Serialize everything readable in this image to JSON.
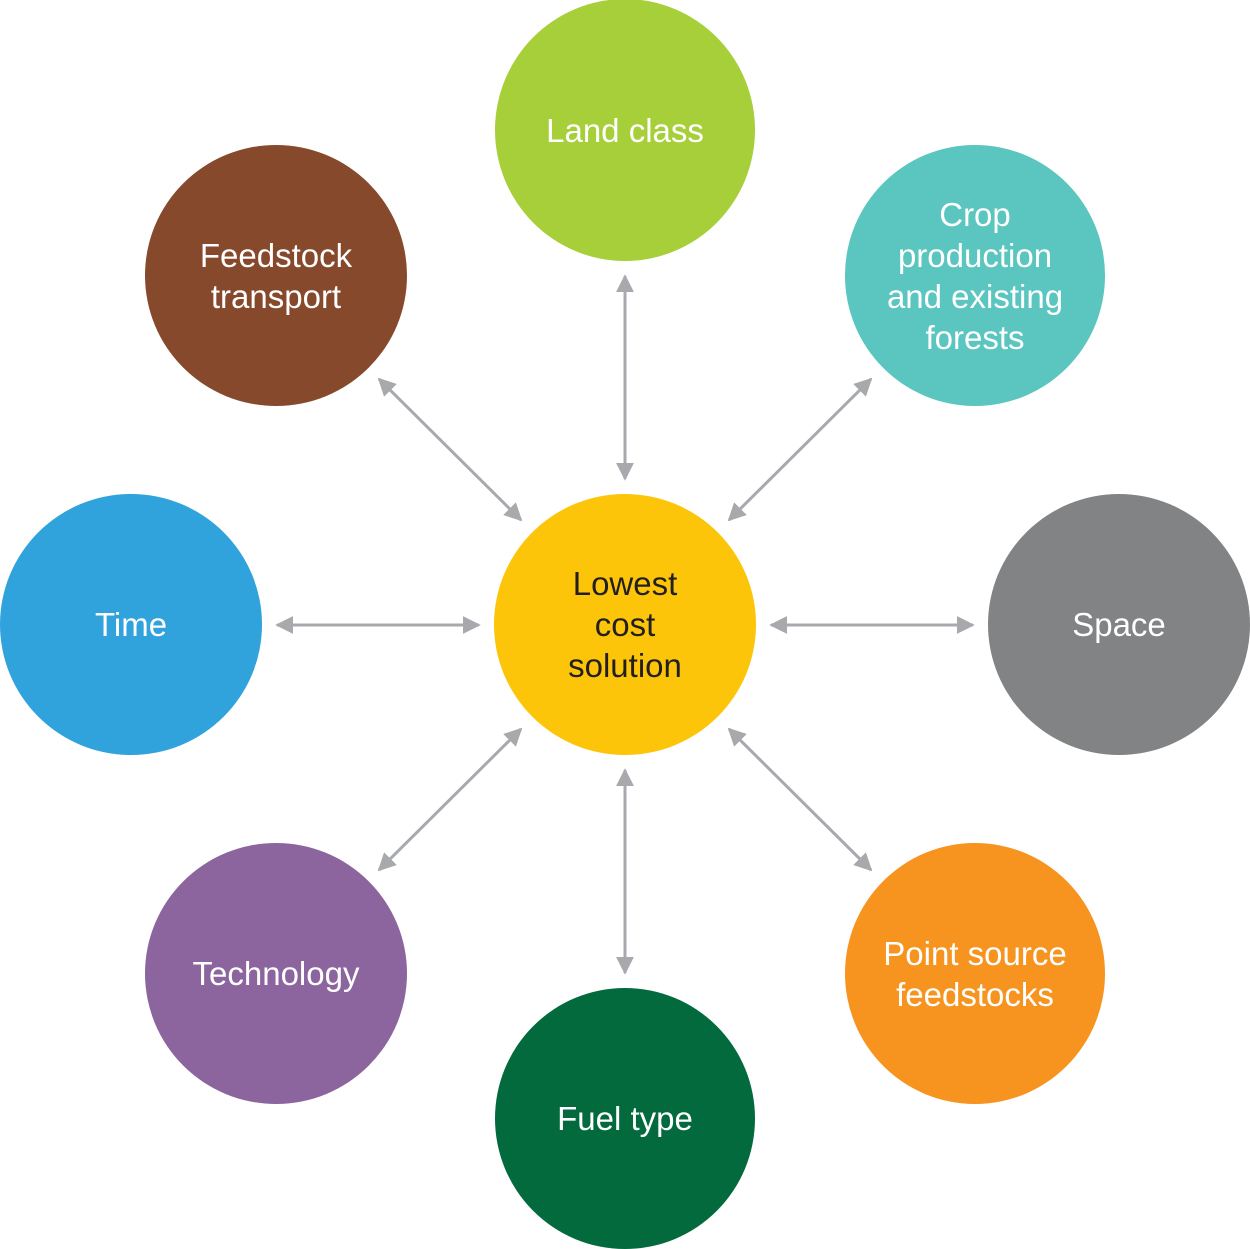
{
  "diagram": {
    "center": {
      "label": "Lowest\ncost\nsolution",
      "color": "#fcc50a"
    },
    "nodes": {
      "land_class": {
        "label": "Land class",
        "color": "#a7cf3a"
      },
      "crop_production": {
        "label": "Crop\nproduction\nand existing\nforests",
        "color": "#5bc5bf"
      },
      "space": {
        "label": "Space",
        "color": "#818385"
      },
      "point_source": {
        "label": "Point source\nfeedstocks",
        "color": "#f6941f"
      },
      "fuel_type": {
        "label": "Fuel type",
        "color": "#036a3e"
      },
      "technology": {
        "label": "Technology",
        "color": "#8c659e"
      },
      "time": {
        "label": "Time",
        "color": "#31a3dc"
      },
      "feedstock_transport": {
        "label": "Feedstock\ntransport",
        "color": "#86492c"
      }
    },
    "arrow_color": "#a7a9ac"
  }
}
